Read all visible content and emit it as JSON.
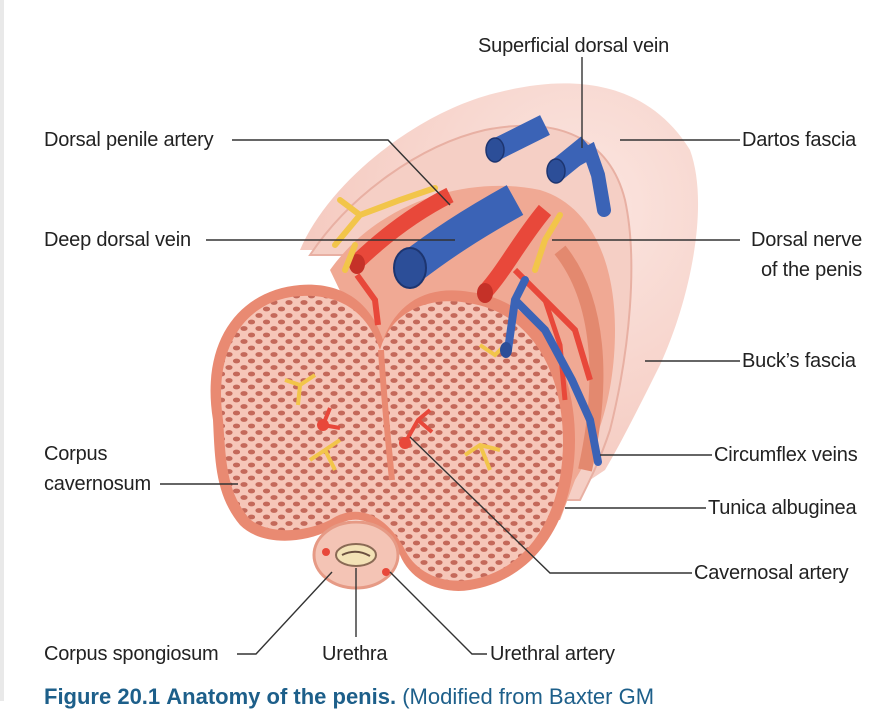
{
  "labels": {
    "superficial_dorsal_vein": "Superficial dorsal vein",
    "dorsal_penile_artery": "Dorsal penile artery",
    "dartos_fascia": "Dartos fascia",
    "deep_dorsal_vein": "Deep dorsal vein",
    "dorsal_nerve_line1": "Dorsal nerve",
    "dorsal_nerve_line2": "of the penis",
    "bucks_fascia": "Buck’s fascia",
    "corpus_cavernosum_line1": "Corpus",
    "corpus_cavernosum_line2": "cavernosum",
    "circumflex_veins": "Circumflex veins",
    "tunica_albuginea": "Tunica albuginea",
    "cavernosal_artery": "Cavernosal artery",
    "corpus_spongiosum": "Corpus spongiosum",
    "urethra": "Urethra",
    "urethral_artery": "Urethral artery"
  },
  "caption": {
    "figure_number": "Figure 20.1",
    "title": "Anatomy of the penis.",
    "source": "(Modified from Baxter GM"
  },
  "colors": {
    "skin": "#f7d3cb",
    "tissue": "#f2b5a6",
    "tunica": "#ec9a84",
    "artery": "#e8483a",
    "vein": "#3b63b6",
    "nerve": "#f2c54a",
    "sinusoid": "#c66b5c",
    "leader": "#333333",
    "caption": "#1d5f8a"
  }
}
